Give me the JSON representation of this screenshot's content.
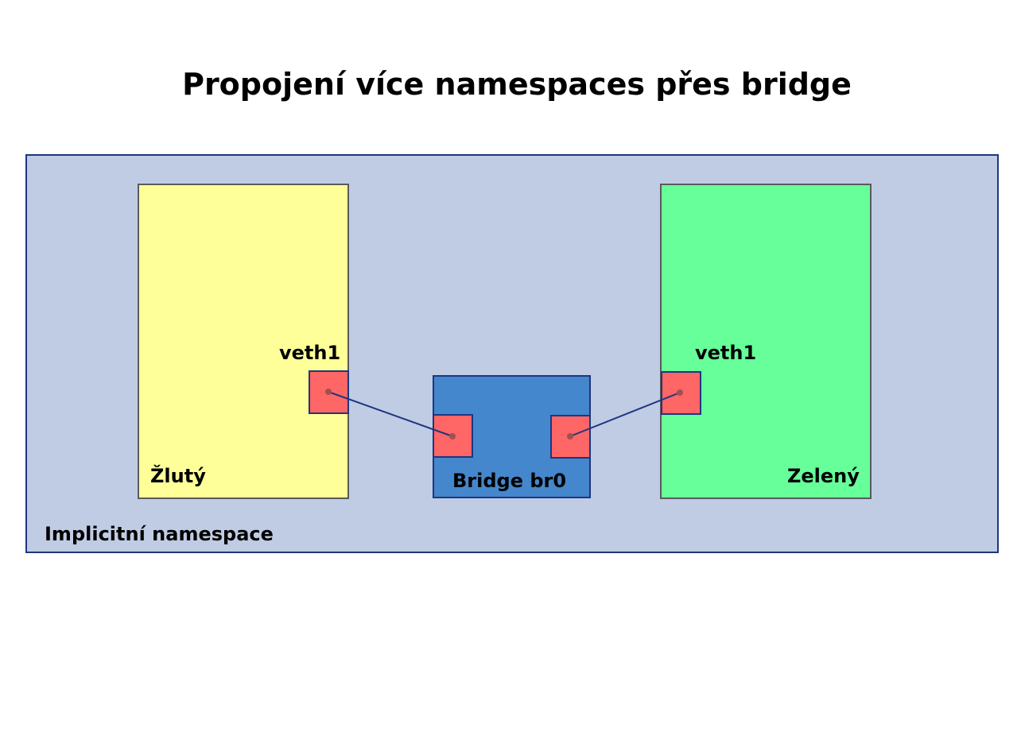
{
  "title": "Propojení více namespaces přes bridge",
  "colors": {
    "default_namespace": "#c0cce4",
    "yellow_namespace": "#ffff99",
    "green_namespace": "#66ff99",
    "bridge": "#4487cc",
    "port": "#ff6666",
    "link": "#1f3580",
    "endpoint": "#a05050"
  },
  "default_namespace": {
    "label": "Implicitní namespace"
  },
  "yellow_namespace": {
    "label": "Žlutý",
    "interface_label": "veth1"
  },
  "green_namespace": {
    "label": "Zelený",
    "interface_label": "veth1"
  },
  "bridge": {
    "label": "Bridge br0"
  }
}
